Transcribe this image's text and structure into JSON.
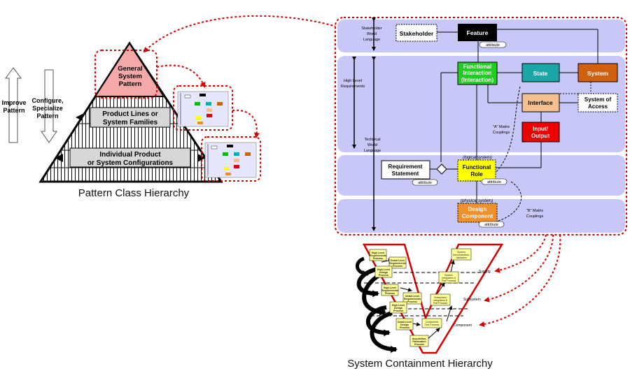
{
  "pyramid": {
    "apex": [
      "General",
      "System",
      "Pattern"
    ],
    "mid": [
      "Product Lines or",
      "System Families"
    ],
    "low": [
      "Individual Product",
      "or System Configurations"
    ],
    "improve": [
      "Improve",
      "Pattern"
    ],
    "configure": [
      "Configure,",
      "Specialize",
      "Pattern"
    ],
    "caption": "Pattern Class Hierarchy"
  },
  "panel": {
    "labels": {
      "stakeholder_world": [
        "Stakeholder",
        "World",
        "Language"
      ],
      "high_level_req": [
        "High Level",
        "Requirements"
      ],
      "technical_world": [
        "Technical",
        "World",
        "Language"
      ]
    },
    "boxes": {
      "stakeholder": "Stakeholder",
      "feature": "Feature",
      "functional_interaction": [
        "Functional",
        "Interaction",
        "(Interaction)"
      ],
      "state": "State",
      "system": "System",
      "interface": "Interface",
      "system_of_access": [
        "System of",
        "Access"
      ],
      "input_output": [
        "Input/",
        "Output"
      ],
      "requirement_statement": [
        "Requirement",
        "Statement"
      ],
      "functional_role": [
        "Functional",
        "Role"
      ],
      "design_component": [
        "Design",
        "Component"
      ]
    },
    "attribute": "attribute",
    "logical_system": "(logical system)",
    "physical_system": "(physical system)",
    "a_matrix": [
      "\"A\" Matrix",
      "Couplings"
    ],
    "b_matrix": [
      "\"B\" Matrix",
      "Couplings"
    ]
  },
  "vmodel": {
    "caption": "System Containment Hierarchy",
    "levels": [
      "System",
      "Subsystem",
      "Component"
    ],
    "left": [
      [
        "High Level",
        "Requirements",
        "Process"
      ],
      [
        "Detail Level",
        "Requirements",
        "Process"
      ],
      [
        "High Level",
        "Design",
        "Process"
      ],
      [
        "High Level",
        "Requirements",
        "Process"
      ],
      [
        "Detail Level",
        "Requirements",
        "Process"
      ],
      [
        "High Level",
        "Design",
        "Process"
      ],
      [
        "Detail Level",
        "Design",
        "Process"
      ],
      [
        "Acquisition,",
        "Fabrication",
        "Process"
      ]
    ],
    "right": [
      [
        "System",
        "Demonstration,",
        "Validation"
      ],
      [
        "System",
        "Integration &",
        "Test Process"
      ],
      [
        "Subsystem",
        "Integration &",
        "Test Process"
      ],
      [
        "Component",
        "Test Process"
      ]
    ]
  }
}
